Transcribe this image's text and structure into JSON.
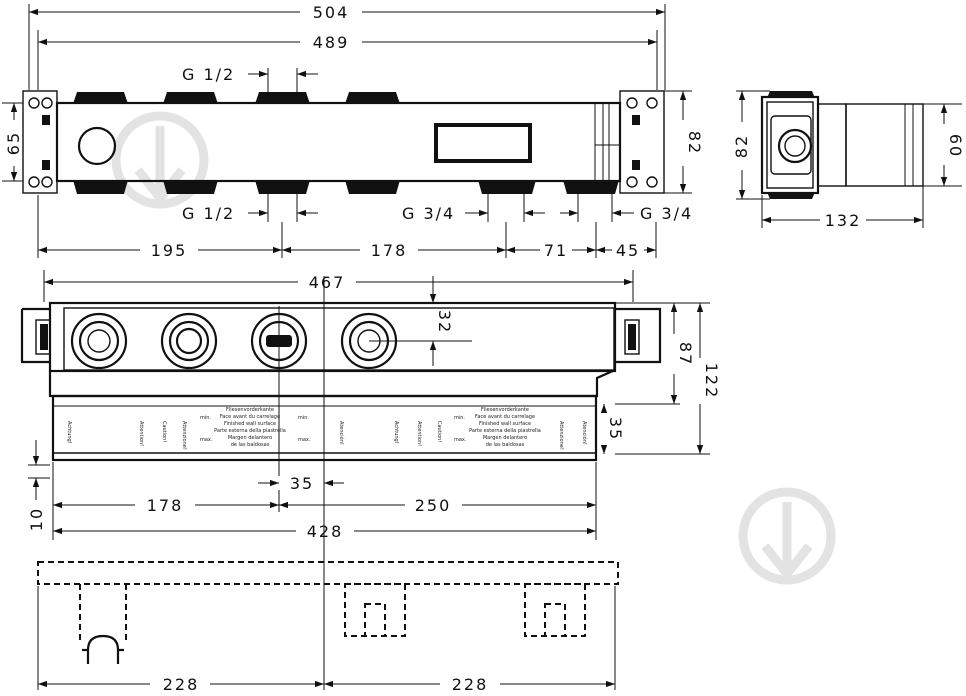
{
  "top_view": {
    "dim_total_outer": "504",
    "dim_total_inner": "489",
    "dim_height_left": "65",
    "dim_height_right": "82",
    "thread_top": "G 1/2",
    "thread_bottom": "G 1/2",
    "thread_outlet_left": "G 3/4",
    "thread_outlet_right": "G 3/4",
    "dim_seg_1": "195",
    "dim_seg_2": "178",
    "dim_seg_3": "71",
    "dim_seg_4": "45"
  },
  "side_view": {
    "dim_height": "82",
    "dim_depth": "60",
    "dim_length": "132"
  },
  "front_view": {
    "dim_width": "467",
    "dim_offset_top": "32",
    "dim_height_mid": "87",
    "dim_height_total": "122",
    "dim_plaster": "35",
    "dim_gap": "35",
    "dim_bottom": "10",
    "dim_seg_left": "178",
    "dim_seg_right": "250",
    "dim_base": "428",
    "plaster_text": {
      "min": "min.",
      "max": "max.",
      "lines": [
        "Fliesenvorderkante",
        "Face avant du carrelage",
        "Finished wall surface",
        "Parte esterna della piastrella",
        "Margen delantero",
        "de las baldosas"
      ],
      "side": [
        "Achtung!",
        "Attention!",
        "Caution!",
        "Attenzione!",
        "Atención!"
      ]
    }
  },
  "bottom_view": {
    "dim_left": "228",
    "dim_right": "228"
  }
}
